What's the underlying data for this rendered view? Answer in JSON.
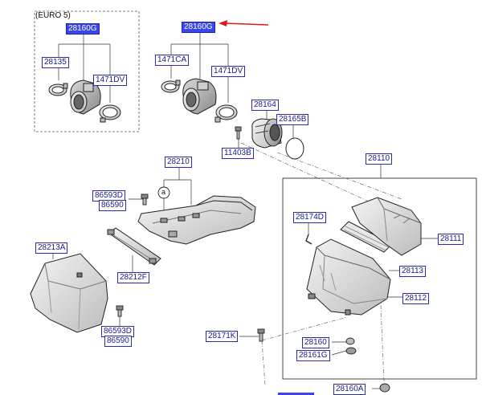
{
  "variant_box": {
    "title": "(EURO 5)"
  },
  "callout": {
    "a": "a"
  },
  "labels": {
    "l28160G_euro": "28160G",
    "l28135": "28135",
    "l1471DV_euro": "1471DV",
    "l28160G_main": "28160G",
    "l1471CA": "1471CA",
    "l1471DV_main": "1471DV",
    "l28164": "28164",
    "l28165B": "28165B",
    "l11403B": "11403B",
    "l28210": "28210",
    "l86593D_top": "86593D",
    "l86590_top": "86590",
    "l28110": "28110",
    "l28174D": "28174D",
    "l28111": "28111",
    "l28213A": "28213A",
    "l28212F": "28212F",
    "l28113": "28113",
    "l28112": "28112",
    "l86593D_bot": "86593D",
    "l86590_bot": "86590",
    "l28171K": "28171K",
    "l28160": "28160",
    "l28161G": "28161G",
    "l28160A": "28160A"
  },
  "colors": {
    "label_border": "#2b2bb0",
    "label_text": "#1a1a8c",
    "highlight_fill": "#3a46e8",
    "pointer_arrow": "#e01b1b",
    "line_art": "#2a2a2a"
  }
}
